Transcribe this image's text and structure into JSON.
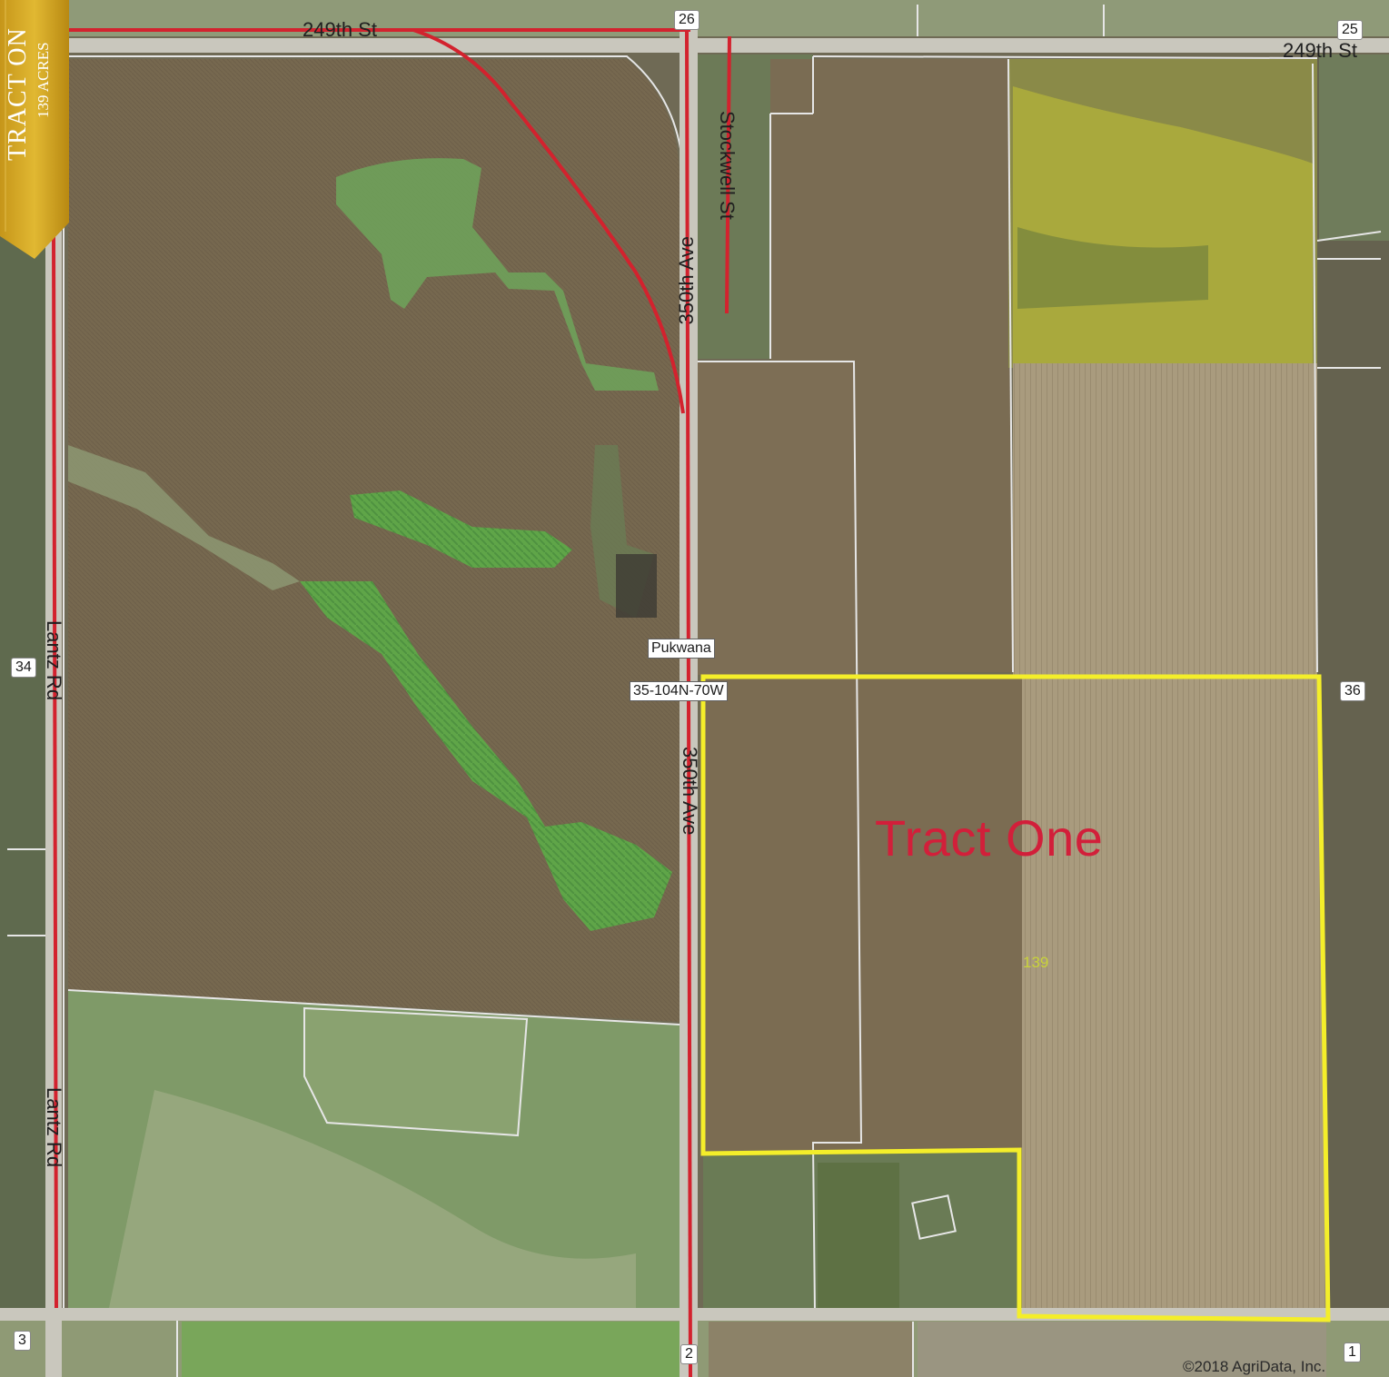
{
  "map": {
    "banner": {
      "title": "TRACT ON",
      "subtitle": "139 ACRES",
      "color": "#d7a91f"
    },
    "tract": {
      "label": "Tract One",
      "acres": "139",
      "boundary_color": "#f4ee2a",
      "label_color": "#d21f3a"
    },
    "roads": {
      "road_249th_west": "249th St",
      "road_249th_east": "249th St",
      "road_350th_north": "350th Ave",
      "road_350th_south": "350th Ave",
      "stockwell": "Stockwell St",
      "lantz_north": "Lantz Rd",
      "lantz_south": "Lantz Rd"
    },
    "places": {
      "town": "Pukwana",
      "legal_description": "35-104N-70W"
    },
    "sections": {
      "s26": "26",
      "s25": "25",
      "s34": "34",
      "s36": "36",
      "s3": "3",
      "s2": "2",
      "s1": "1"
    },
    "copyright": "©2018 AgriData, Inc.",
    "colors": {
      "road_red": "#d3222e",
      "field_brown": "#76684e",
      "field_tan": "#a5977a",
      "pasture_green": "#7e9a67",
      "waterway_green": "#5fa548",
      "weeds_yellow": "#b4b43a"
    }
  }
}
